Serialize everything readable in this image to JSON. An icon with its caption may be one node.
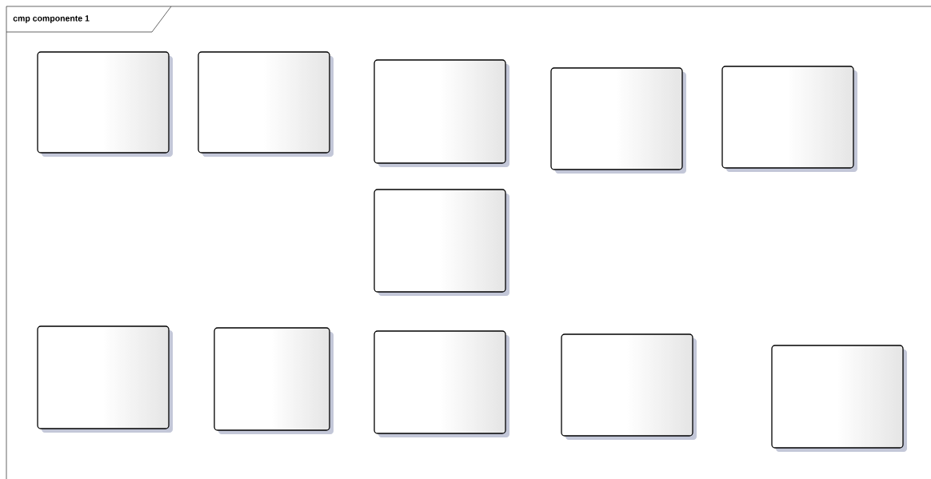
{
  "diagram": {
    "title": "cmp componente 1",
    "nodes": [
      {
        "text": [],
        "shape": "box"
      },
      {
        "text": [],
        "shape": "box"
      },
      {
        "text": [],
        "shape": "box"
      },
      {
        "text": [],
        "shape": "box"
      },
      {
        "text": [],
        "shape": "box"
      },
      {
        "text": [],
        "shape": "box"
      },
      {
        "text": [],
        "shape": "box"
      },
      {
        "text": [],
        "shape": "box"
      },
      {
        "text": [],
        "shape": "box"
      },
      {
        "text": [],
        "shape": "box"
      },
      {
        "text": [],
        "shape": "box"
      }
    ]
  }
}
